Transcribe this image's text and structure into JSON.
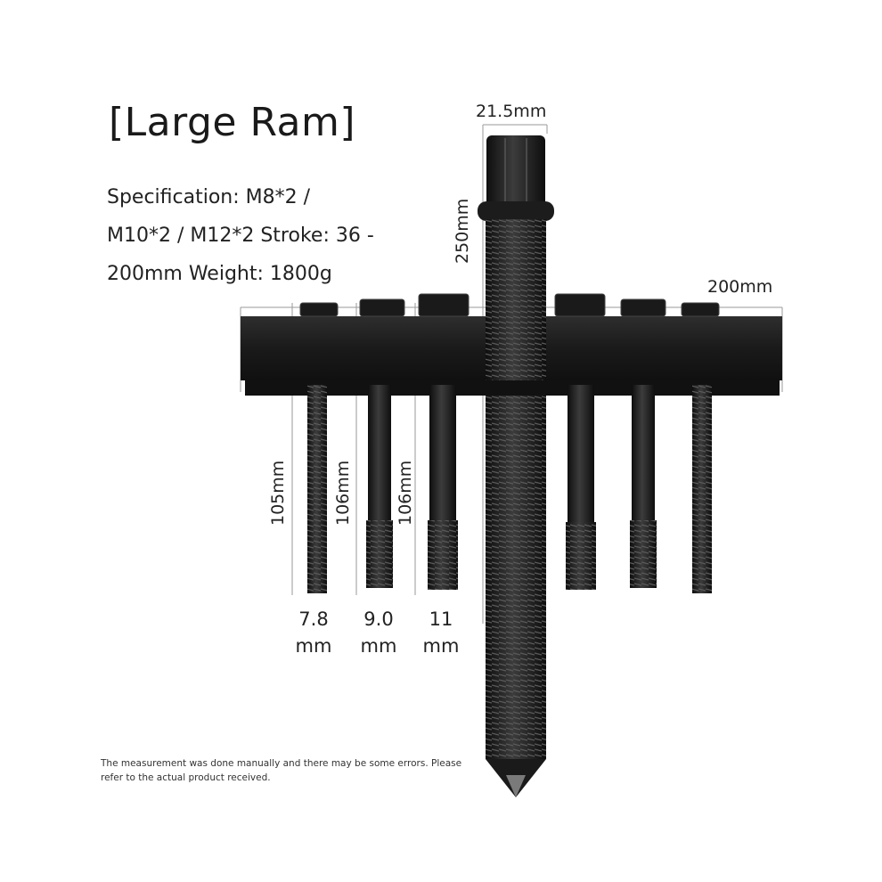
{
  "title": "[Large Ram]",
  "specification": {
    "line1": "Specification: M8*2 /",
    "line2": "M10*2 / M12*2 Stroke: 36 -",
    "line3": "200mm Weight: 1800g"
  },
  "dimensions": {
    "head_width": "21.5mm",
    "ram_length": "250mm",
    "plate_length": "200mm",
    "rod_length_1": "105mm",
    "rod_length_2": "106mm",
    "rod_length_3": "106mm"
  },
  "bore_sizes": [
    {
      "value": "7.8",
      "unit": "mm"
    },
    {
      "value": "9.0",
      "unit": "mm"
    },
    {
      "value": "11",
      "unit": "mm"
    }
  ],
  "note": "The measurement was done manually and there may be some errors. Please refer to the actual product received.",
  "colors": {
    "metal_dark": "#141414",
    "metal_mid": "#2c2c2c",
    "metal_light": "#4a4a4a",
    "guide_line": "#9a9a9a",
    "text": "#222222"
  }
}
